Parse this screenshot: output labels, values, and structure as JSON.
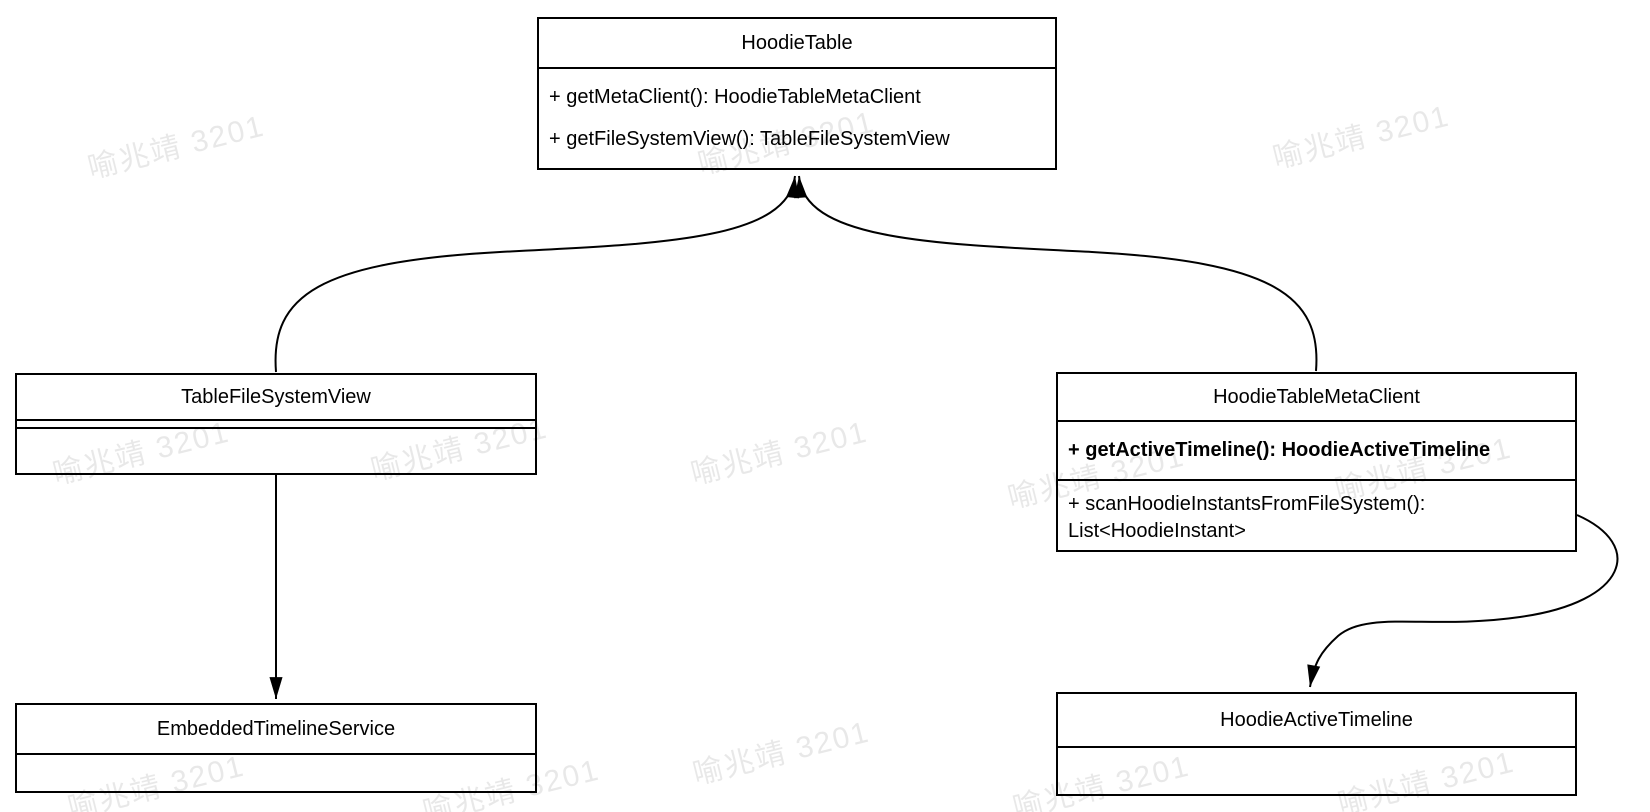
{
  "watermark": {
    "text": "喻兆靖 3201"
  },
  "colors": {
    "stroke": "#000000",
    "background": "#ffffff",
    "watermark_tint": "#e9e9e9"
  },
  "classes": {
    "hoodie_table": {
      "title": "HoodieTable",
      "methods": [
        "+ getMetaClient(): HoodieTableMetaClient",
        "+ getFileSystemView(): TableFileSystemView"
      ]
    },
    "table_file_system_view": {
      "title": "TableFileSystemView"
    },
    "hoodie_table_meta_client": {
      "title": "HoodieTableMetaClient",
      "methods": [
        "+ getActiveTimeline(): HoodieActiveTimeline",
        "+ scanHoodieInstantsFromFileSystem(): List<HoodieInstant>"
      ]
    },
    "embedded_timeline_service": {
      "title": "EmbeddedTimelineService"
    },
    "hoodie_active_timeline": {
      "title": "HoodieActiveTimeline"
    }
  },
  "relations": [
    {
      "from": "TableFileSystemView",
      "to": "HoodieTable",
      "style": "curved-arrow"
    },
    {
      "from": "HoodieTableMetaClient",
      "to": "HoodieTable",
      "style": "curved-arrow"
    },
    {
      "from": "TableFileSystemView",
      "to": "EmbeddedTimelineService",
      "style": "straight-arrow"
    },
    {
      "from": "HoodieTableMetaClient",
      "to": "HoodieActiveTimeline",
      "style": "s-curved-arrow"
    }
  ]
}
